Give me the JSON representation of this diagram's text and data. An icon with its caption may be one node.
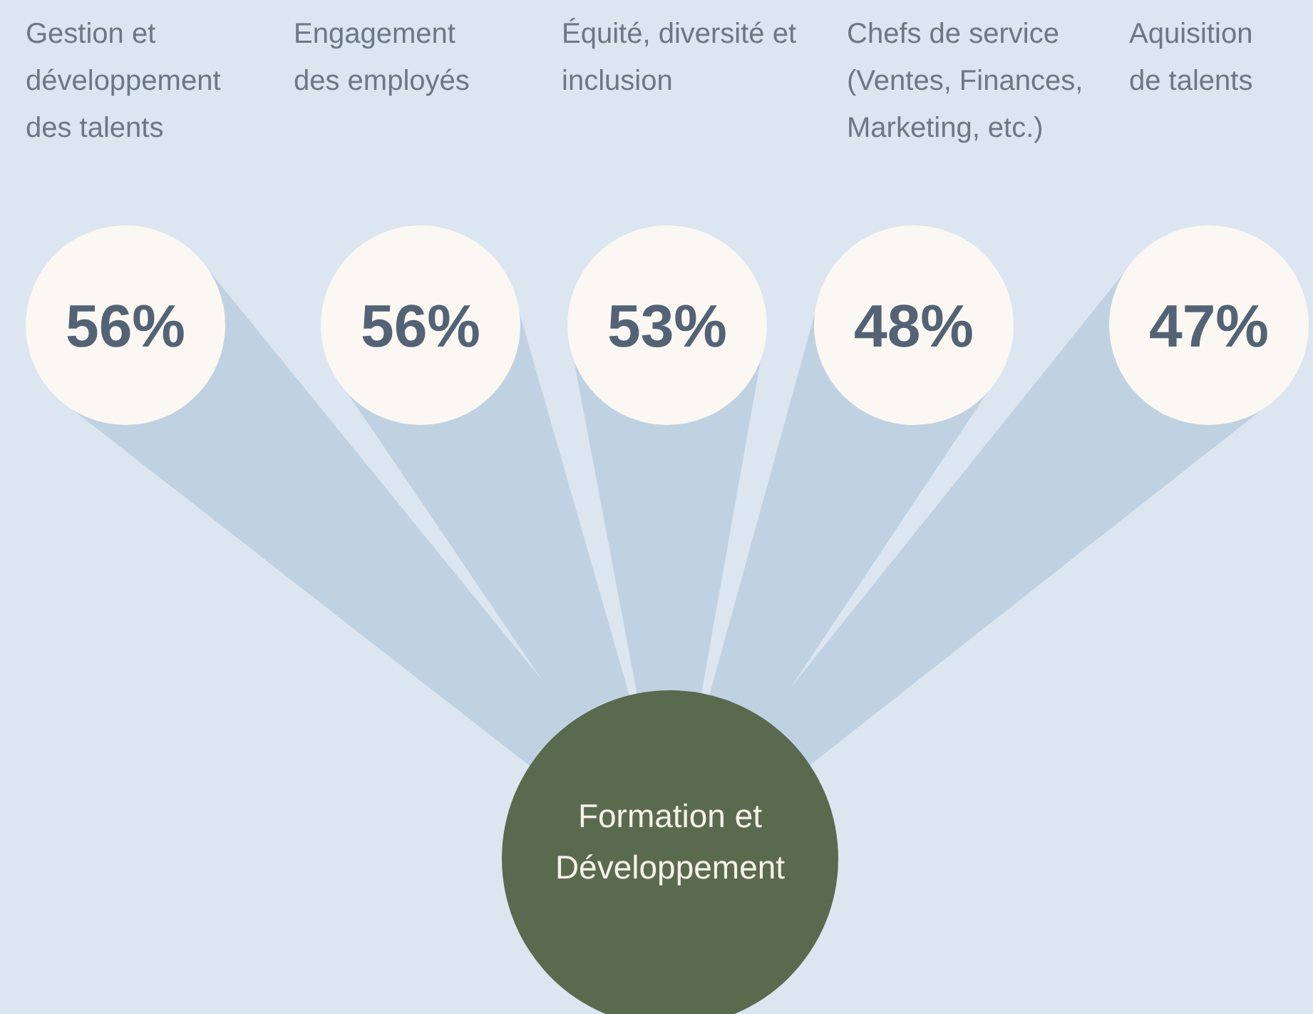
{
  "diagram": {
    "nodes": [
      {
        "text": [
          "Gestion et développement des talents",
          "56%"
        ]
      },
      {
        "text": [
          "Engagement des employés",
          "56%"
        ]
      },
      {
        "text": [
          "Équité, diversité et inclusion",
          "53%"
        ]
      },
      {
        "text": [
          "Chefs de service (Ventes, Finances, Marketing, etc.)",
          "48%"
        ]
      },
      {
        "text": [
          "Aquisition de talents",
          "47%"
        ]
      },
      {
        "text": [
          "Formation et Développement"
        ]
      }
    ],
    "edges": [
      {
        "from": 0,
        "to": 5,
        "arrow": "none",
        "style": "thick"
      },
      {
        "from": 1,
        "to": 5,
        "arrow": "none",
        "style": "thick"
      },
      {
        "from": 2,
        "to": 5,
        "arrow": "none",
        "style": "thick"
      },
      {
        "from": 3,
        "to": 5,
        "arrow": "none",
        "style": "thick"
      },
      {
        "from": 4,
        "to": 5,
        "arrow": "none",
        "style": "thick"
      }
    ]
  }
}
